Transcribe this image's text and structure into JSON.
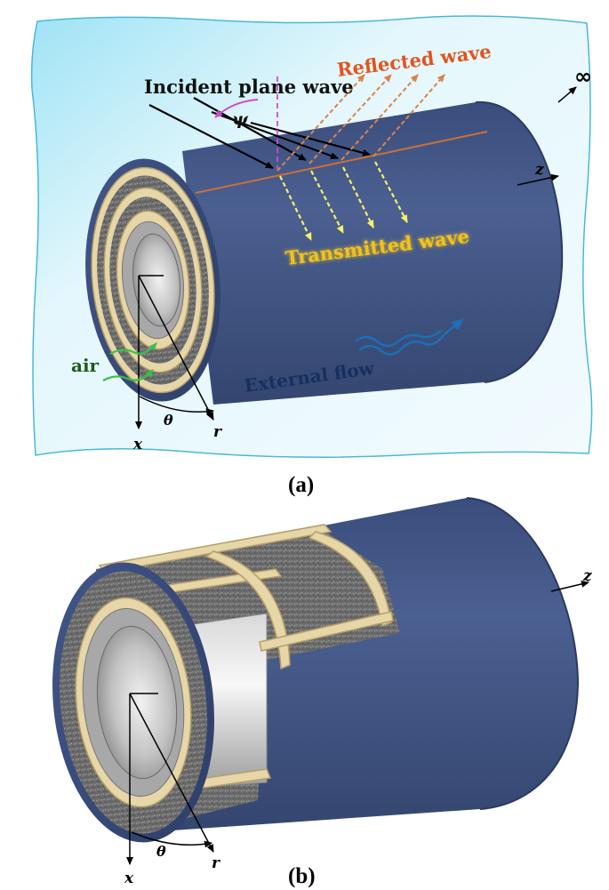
{
  "panel_a": {
    "caption": "(a)",
    "incident_label": "Incident plane wave",
    "reflected_label": "Reflected wave",
    "transmitted_label": "Transmitted wave",
    "external_flow_label": "External flow",
    "air_label": "air",
    "psi_symbol": "ψ",
    "theta_symbol": "θ",
    "x_axis": "x",
    "r_axis": "r",
    "z_axis": "z",
    "infinity_symbol": "∞"
  },
  "panel_b": {
    "caption": "(b)",
    "theta_symbol": "θ",
    "x_axis": "x",
    "r_axis": "r",
    "z_axis": "z"
  },
  "colors": {
    "fluid_background": "#cfeff8",
    "fluid_edge": "#4ab8d8",
    "outer_shell": "#3f5484",
    "outer_shell_dark": "#2a3a63",
    "frame": "#e6d6a8",
    "frame_dark": "#b59f6a",
    "porous_core": "#707070",
    "inner_shell": "#c9c9c9",
    "incident_arrow": "#000000",
    "reflected_arrow": "#d9844a",
    "transmitted_arrow": "#f4f06a",
    "psi_arc": "#d04ad0",
    "reflected_text": "#e0551c",
    "transmitted_text": "#f2c21d",
    "air_text": "#1e5a1e",
    "air_arrow": "#3cbf4a",
    "flow_arrow": "#1b6fb8",
    "flow_text": "#15305e",
    "seam_line": "#c8703a"
  }
}
